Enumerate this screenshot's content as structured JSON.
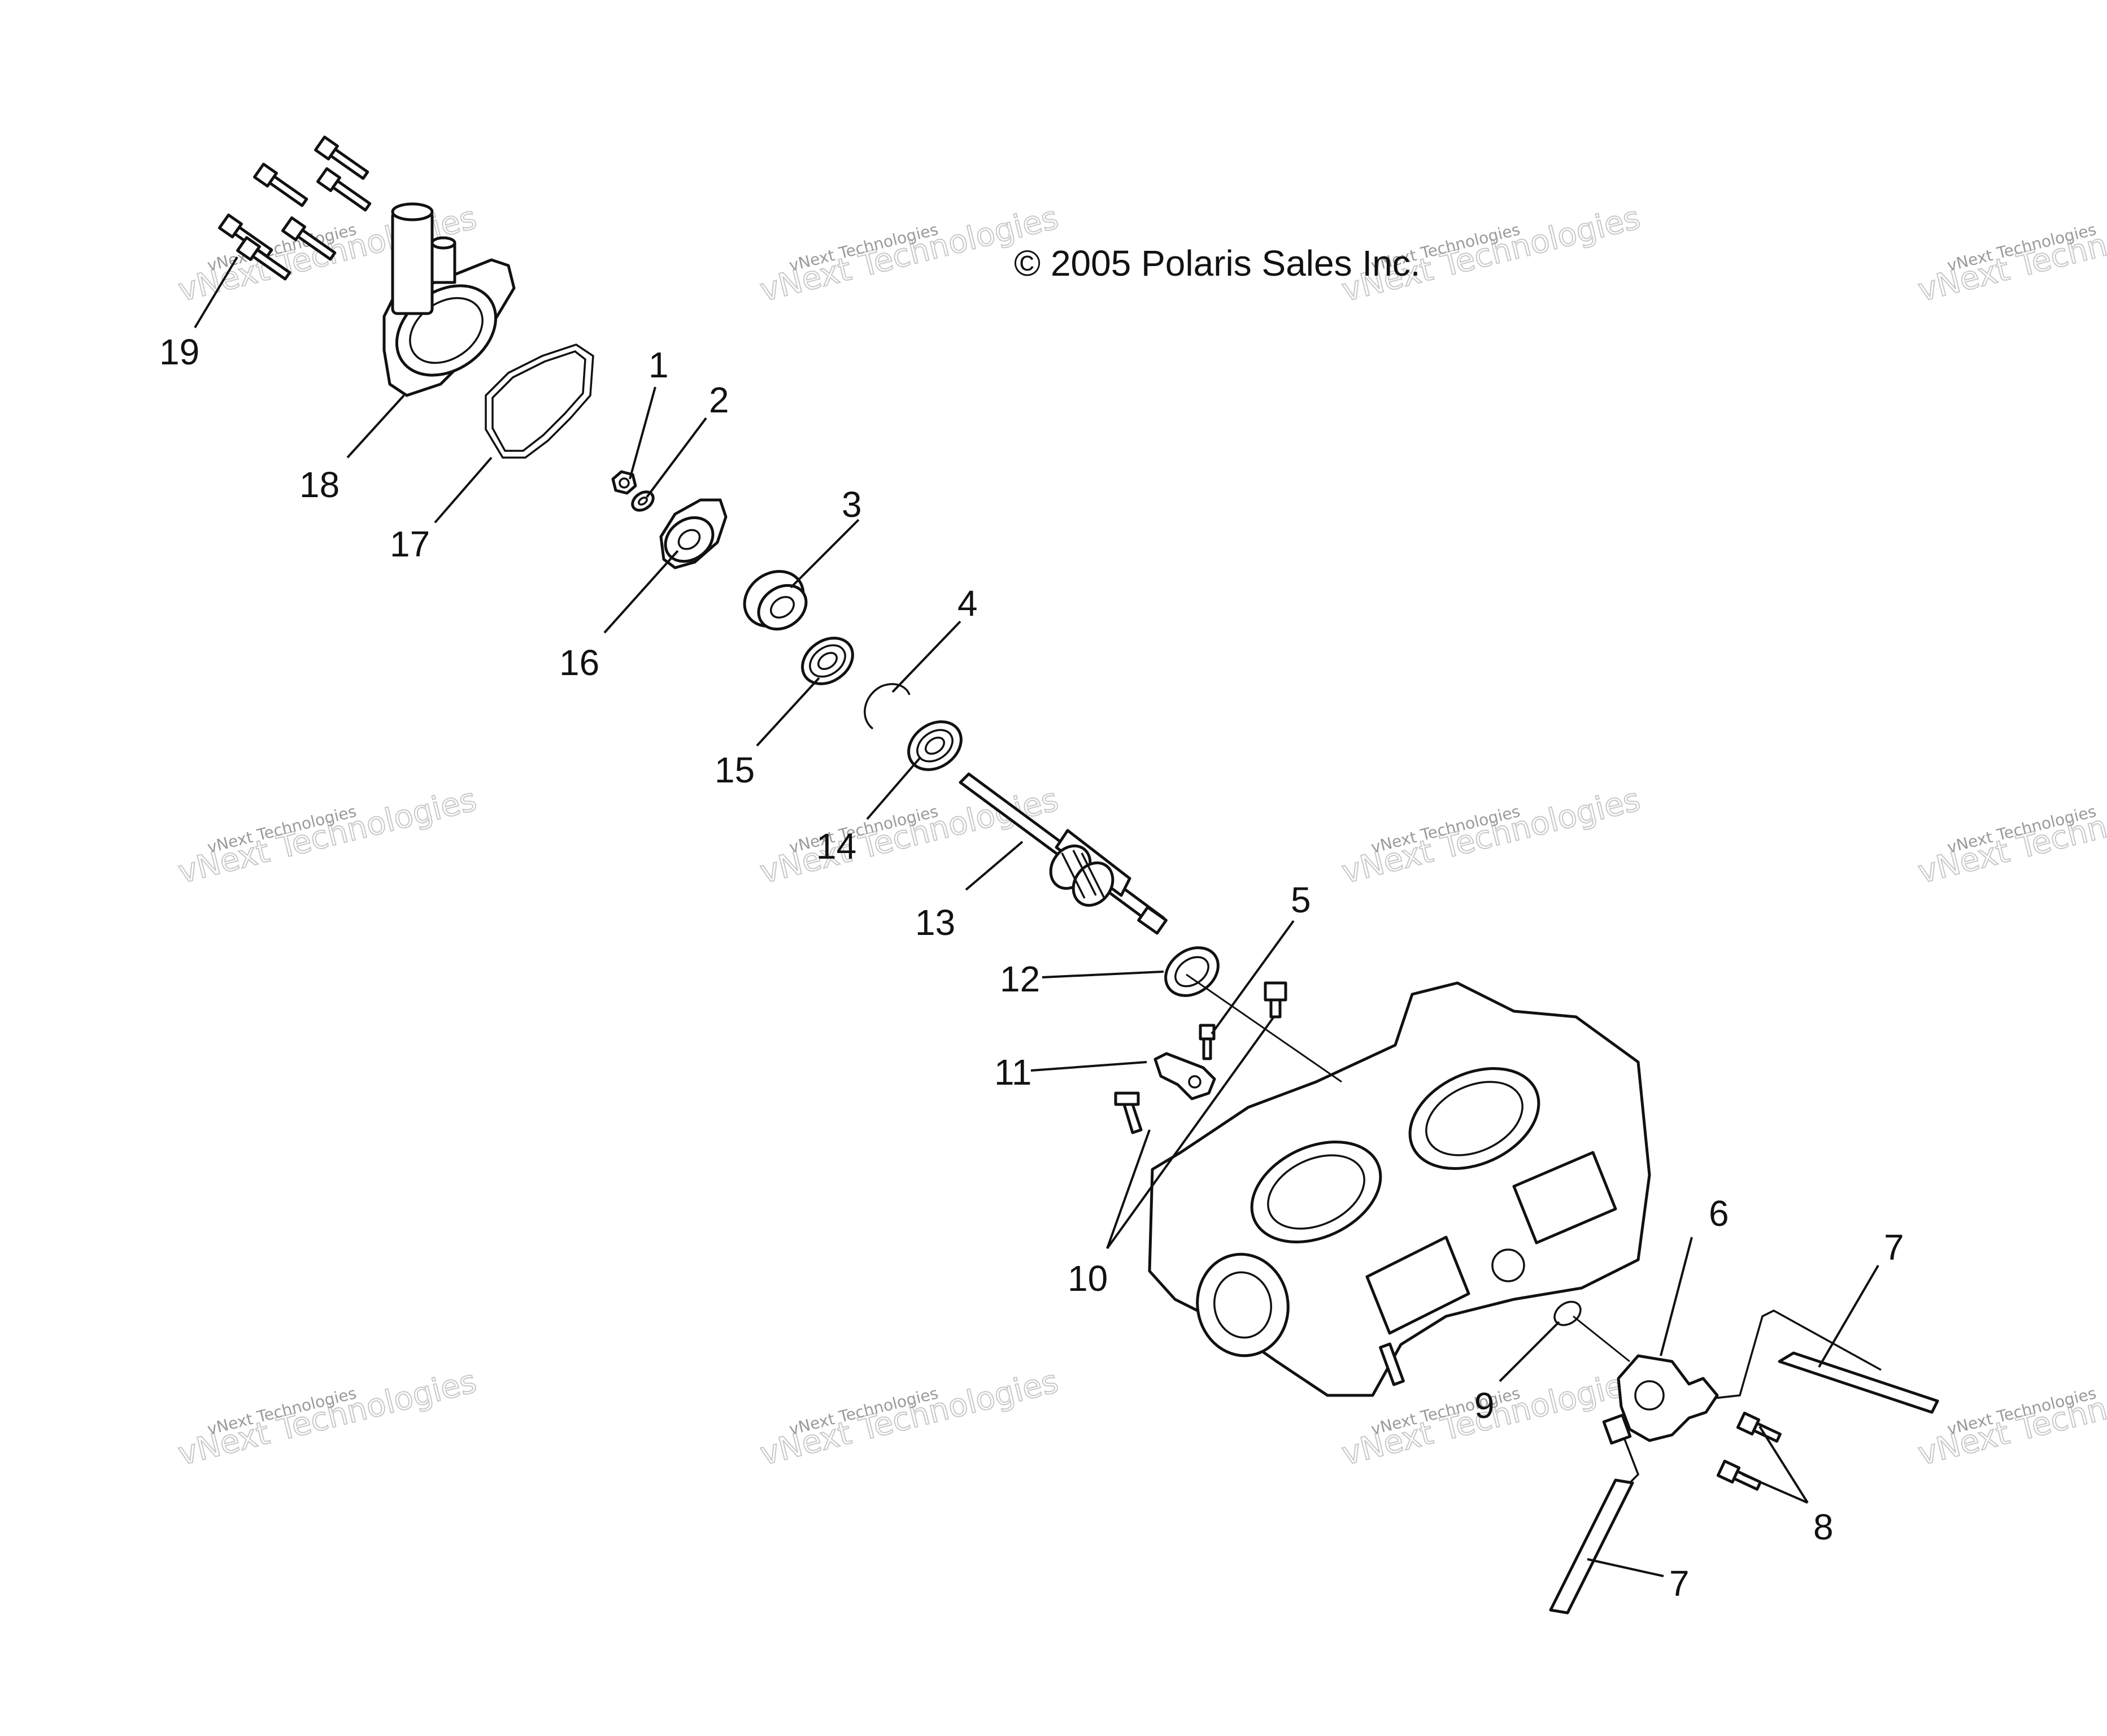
{
  "copyright": "© 2005 Polaris Sales Inc.",
  "watermark": {
    "line1": "vNext Technologies",
    "line2": "vNext Technologies"
  },
  "callouts": [
    "1",
    "2",
    "3",
    "4",
    "5",
    "6",
    "7",
    "7",
    "8",
    "9",
    "10",
    "11",
    "12",
    "13",
    "14",
    "15",
    "16",
    "17",
    "18",
    "19"
  ]
}
